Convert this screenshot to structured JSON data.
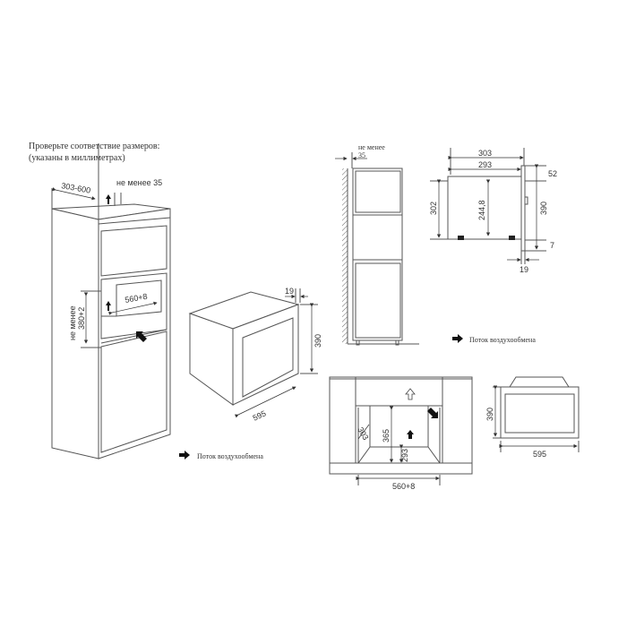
{
  "title": {
    "line1": "Проверьте соответствие размеров:",
    "line2": "(указаны в миллиметрах)"
  },
  "legend": {
    "airflow": "Поток воздухообмена"
  },
  "cabinet_view": {
    "depth": "303-600",
    "gap": "не менее 35",
    "niche_width": "560+8",
    "niche_height_prefix": "не менее",
    "niche_height": "380+2"
  },
  "appliance_view": {
    "frame": "19",
    "height": "390",
    "width": "595"
  },
  "side_wall_view": {
    "gap_prefix": "не менее",
    "gap": "35"
  },
  "side_profile": {
    "depth_total": "303",
    "depth_body": "293",
    "body_height": "302",
    "inner_height": "244,8",
    "front_height": "390",
    "top_offset": "52",
    "bottom_offset": "7",
    "frame": "19"
  },
  "top_view": {
    "depth": "303",
    "height": "365",
    "base": "293",
    "width": "560+8"
  },
  "front_view": {
    "height": "390",
    "width": "595"
  },
  "colors": {
    "line": "#555555",
    "text": "#333333"
  }
}
